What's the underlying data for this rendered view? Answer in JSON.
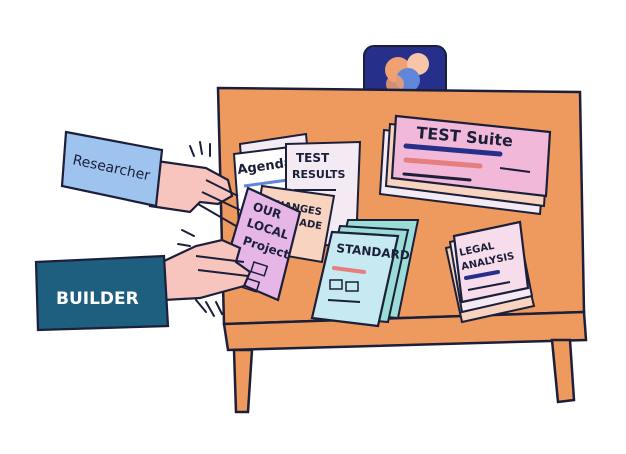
{
  "labels": {
    "researcher": "Researcher",
    "builder": "BUILDER"
  },
  "documents": {
    "agenda": "Agenda",
    "test_results_1": "TEST",
    "test_results_2": "RESULTS",
    "changes_1": "CHANGES",
    "changes_2": "WE MADE",
    "local_project_1": "OUR",
    "local_project_2": "LOCAL",
    "local_project_3": "Project",
    "test_suite": "TEST Suite",
    "standard": "STANDARD",
    "legal_1": "LEGAL",
    "legal_2": "ANALYSIS"
  },
  "colors": {
    "table": "#EE9A5E",
    "outline": "#1b1f3a",
    "researcher_tag": "#9EC3EE",
    "builder_tag": "#1E5E7E",
    "skin": "#F8C5BE",
    "doc_pink": "#F2B8DA",
    "doc_light": "#F4EAF4",
    "doc_teal": "#9BDCD6",
    "doc_peach": "#F8D3BF",
    "logo_bg": "#26308A",
    "logo_orange": "#F0A172",
    "logo_blue": "#5F86D8"
  },
  "icons": [
    "logo-icon"
  ]
}
